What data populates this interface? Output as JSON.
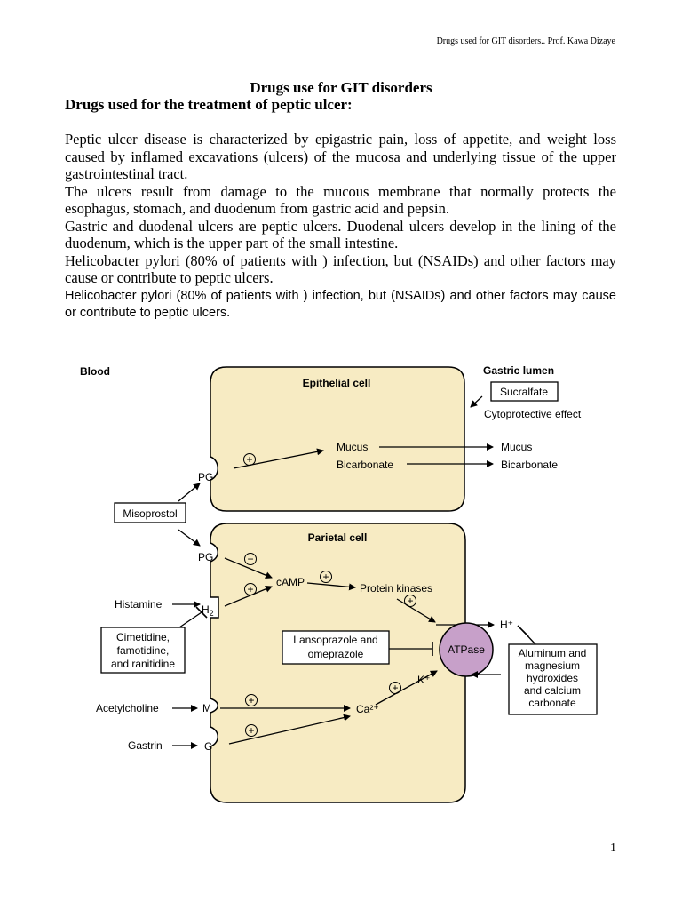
{
  "header": {
    "running_title": "Drugs used for GIT disorders.. Prof. Kawa Dizaye"
  },
  "document": {
    "title": "Drugs use for GIT disorders",
    "subtitle": "Drugs used for the treatment of peptic ulcer:",
    "paragraphs": [
      "Peptic ulcer disease is characterized by epigastric pain, loss of appetite, and weight loss caused by inflamed excavations (ulcers) of the mucosa and underlying tissue of the upper gastrointestinal tract.",
      "The ulcers result from damage to the mucous membrane that normally protects the esophagus, stomach, and duodenum from gastric acid and pepsin.",
      "Gastric and duodenal ulcers are peptic ulcers. Duodenal ulcers develop in the lining of the duodenum, which is the upper part of the small intestine.",
      "Helicobacter pylori  (80% of patients with ) infection, but (NSAIDs) and other factors may cause or contribute to peptic ulcers.",
      "Helicobacter pylori  (80% of patients with ) infection, but (NSAIDs) and other factors may cause or contribute to peptic ulcers."
    ]
  },
  "figure": {
    "blood_label": "Blood",
    "lumen_label": "Gastric lumen",
    "epithelial_label": "Epithelial cell",
    "parietal_label": "Parietal cell",
    "sucralfate": "Sucralfate",
    "cytoprotective": "Cytoprotective effect",
    "mucus": "Mucus",
    "bicarbonate": "Bicarbonate",
    "pg": "PG",
    "misoprostol": "Misoprostol",
    "plus": "+",
    "minus": "−",
    "camp": "cAMP",
    "protein_kinases": "Protein kinases",
    "histamine": "Histamine",
    "h2": "H",
    "h2_sub": "2",
    "h_plus": "H⁺",
    "cimetidine_lines": [
      "Cimetidine,",
      "famotidine,",
      "and ranitidine"
    ],
    "lansoprazole_lines": [
      "Lansoprazole and",
      "omeprazole"
    ],
    "atpase": "ATPase",
    "antacid_lines": [
      "Aluminum and",
      "magnesium",
      "hydroxides",
      "and calcium",
      "carbonate"
    ],
    "k_plus": "K⁺",
    "acetylcholine": "Acetylcholine",
    "m": "M",
    "ca": "Ca²⁺",
    "gastrin": "Gastrin",
    "g": "G",
    "colors": {
      "cell_fill": "#f7ebc3",
      "atpase_fill": "#c7a0c9"
    }
  },
  "footer": {
    "page_number": "1"
  }
}
